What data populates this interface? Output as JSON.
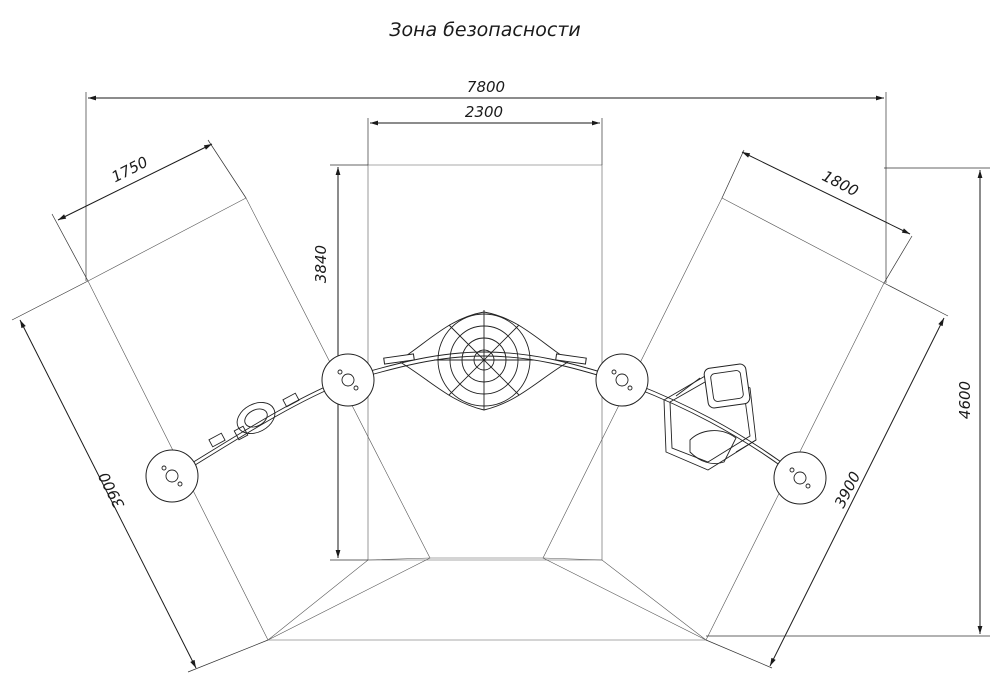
{
  "title": "Зона безопасности",
  "dimensions": {
    "overall_width": "7800",
    "center_zone_width": "2300",
    "center_zone_height": "3840",
    "left_zone_width": "1750",
    "left_zone_length": "3900",
    "right_zone_width": "1800",
    "right_zone_length": "3900",
    "overall_height": "4600"
  }
}
